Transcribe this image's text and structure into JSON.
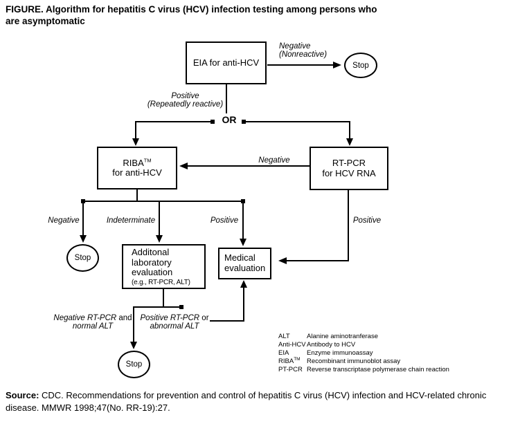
{
  "title": {
    "line1": "FIGURE. Algorithm for hepatitis C virus (HCV) infection testing among persons who",
    "line2": "are asymptomatic"
  },
  "nodes": {
    "eia": {
      "label": "EIA for anti-HCV"
    },
    "stop_top": {
      "label": "Stop"
    },
    "riba": {
      "name": "RIBA",
      "tm": "TM",
      "line2": "for anti-HCV"
    },
    "rtpcr": {
      "line1": "RT-PCR",
      "line2": "for HCV RNA"
    },
    "stop_mid": {
      "label": "Stop"
    },
    "addlab": {
      "line1": "Additonal",
      "line2": "laboratory",
      "line3": "evaluation",
      "note": "(e.g., RT-PCR, ALT)"
    },
    "medical": {
      "line1": "Medical",
      "line2": "evaluation"
    },
    "stop_bottom": {
      "label": "Stop"
    }
  },
  "edge_labels": {
    "negative_nonreactive": {
      "line1": "Negative",
      "line2": "(Nonreactive)"
    },
    "positive_repeatedly": {
      "line1": "Positive",
      "line2": "(Repeatedly reactive)"
    },
    "or": "OR",
    "negative_rtpcr_to_riba": "Negative",
    "riba_negative": "Negative",
    "riba_indeterminate": "Indeterminate",
    "riba_positive": "Positive",
    "rtpcr_positive": "Positive",
    "neg_path": {
      "italic1": "Negative RT-PCR",
      "plain": "and",
      "italic2": "normal ALT"
    },
    "pos_path": {
      "italic1": "Positive RT-PCR",
      "plain": "or",
      "italic2": "abnormal ALT"
    }
  },
  "legend": {
    "items": [
      {
        "abbr": "ALT",
        "desc": "Alanine aminotranferase"
      },
      {
        "abbr": "Anti-HCV",
        "desc": "Antibody to HCV"
      },
      {
        "abbr": "EIA",
        "desc": "Enzyme immunoassay"
      },
      {
        "abbr": "RIBA",
        "sup": "TM",
        "desc": "Recombinant immunoblot assay"
      },
      {
        "abbr": "PT-PCR",
        "desc": "Reverse transcriptase polymerase chain reaction"
      }
    ]
  },
  "source": {
    "label": "Source:",
    "text": " CDC. Recommendations for prevention and control of hepatitis C virus (HCV) infection and HCV-related chronic disease. MMWR 1998;47(No. RR-19):27."
  },
  "colors": {
    "ink": "#000000",
    "background": "#ffffff"
  }
}
